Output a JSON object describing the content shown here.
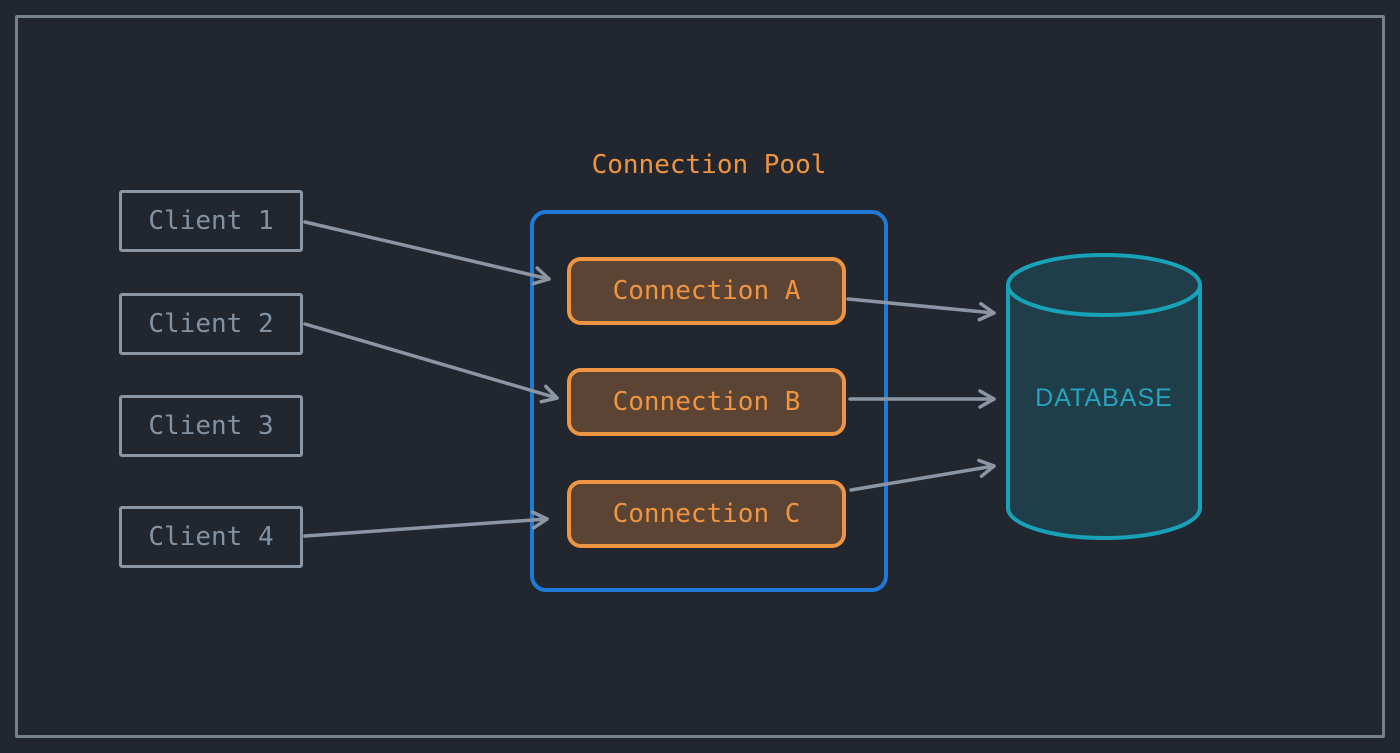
{
  "diagram": {
    "title": "Connection Pool",
    "clients": [
      {
        "label": "Client 1"
      },
      {
        "label": "Client 2"
      },
      {
        "label": "Client 3"
      },
      {
        "label": "Client 4"
      }
    ],
    "pool": {
      "connections": [
        {
          "label": "Connection A"
        },
        {
          "label": "Connection B"
        },
        {
          "label": "Connection C"
        }
      ]
    },
    "database": {
      "label": "DATABASE"
    },
    "arrows": [
      {
        "from": "client-1",
        "to": "connection-a"
      },
      {
        "from": "client-2",
        "to": "connection-b"
      },
      {
        "from": "client-4",
        "to": "connection-c"
      },
      {
        "from": "connection-a",
        "to": "database"
      },
      {
        "from": "connection-b",
        "to": "database"
      },
      {
        "from": "connection-c",
        "to": "database"
      }
    ],
    "colors": {
      "background": "#22262e",
      "frame": "#76818e",
      "client_border": "#8b96a4",
      "client_text": "#8292a3",
      "pool_border": "#1e7ad6",
      "connection_accent": "#ef9440",
      "connection_fill": "rgba(239,148,64,0.28)",
      "database_accent": "#17a2b8",
      "database_fill": "rgba(23,162,184,0.20)",
      "database_text": "#27a5bf",
      "arrow": "#8b95a3"
    }
  }
}
